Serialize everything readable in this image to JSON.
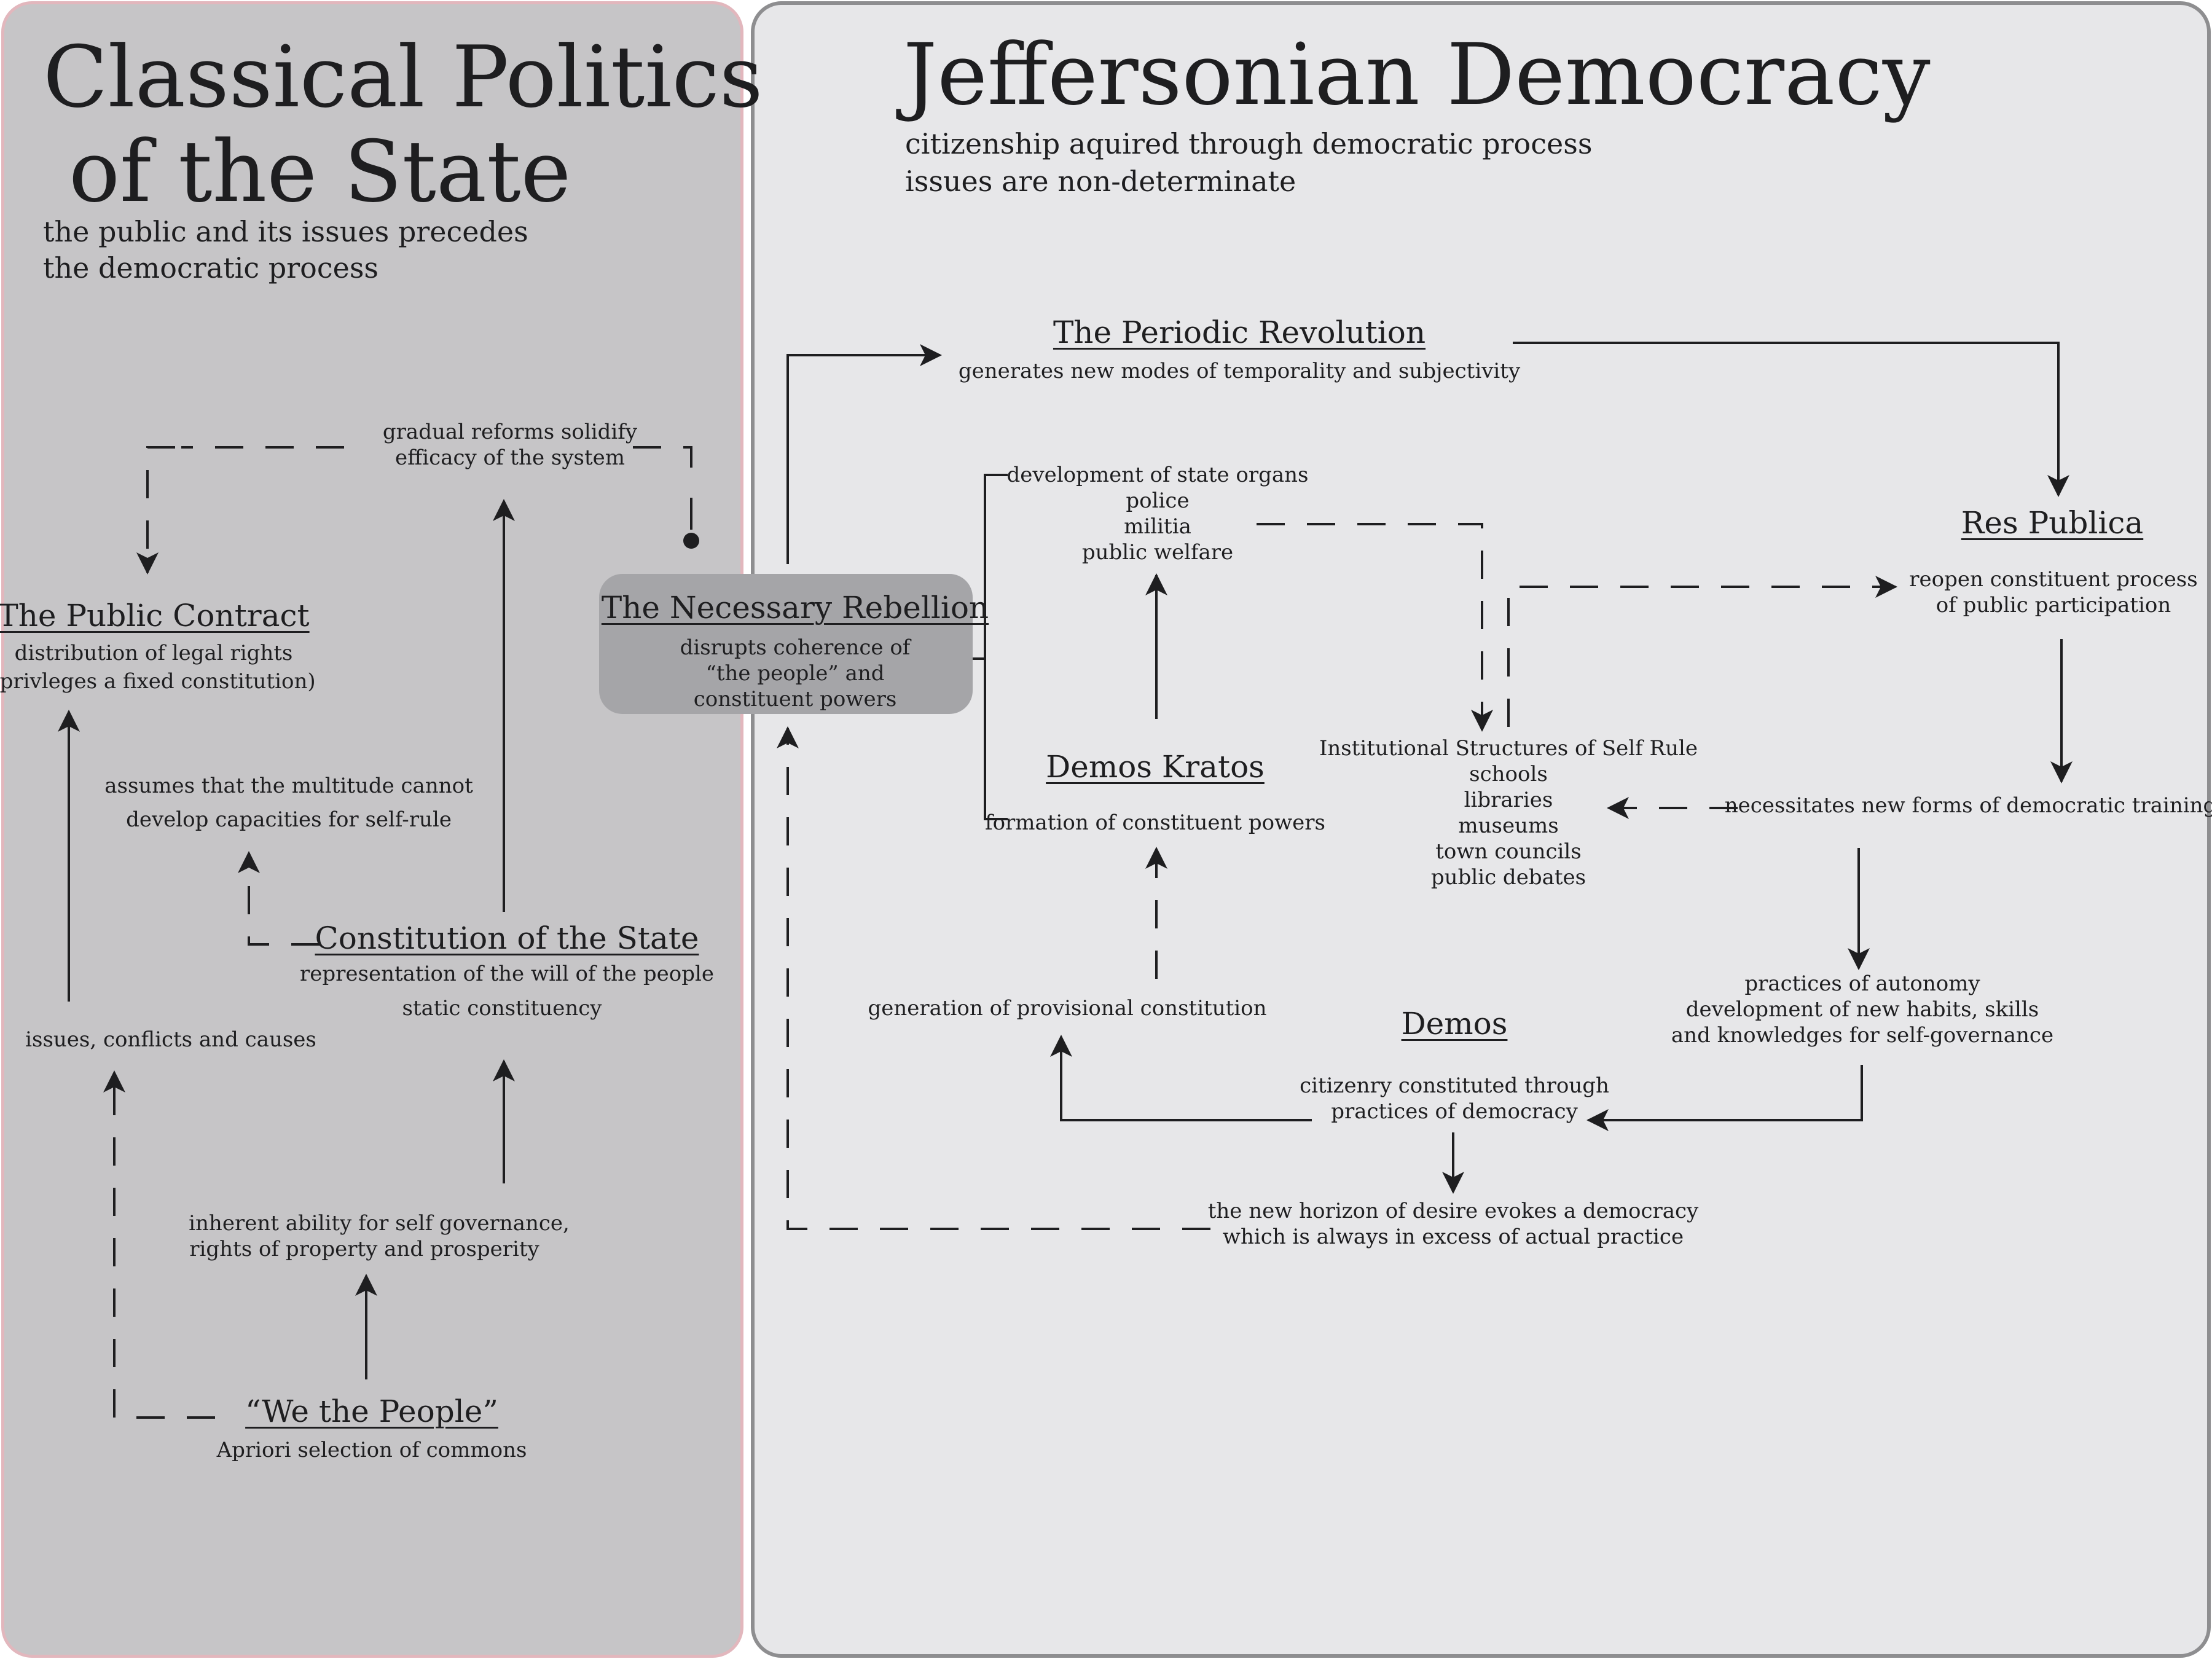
{
  "left_panel": {
    "title_line1": "Classical Politics",
    "title_line2": "of the State",
    "subtitle_line1": "the public and its issues precedes",
    "subtitle_line2": "the democratic process",
    "nodes": {
      "gradual_reforms": {
        "line1": "gradual reforms solidify",
        "line2": "efficacy of the system"
      },
      "public_contract": {
        "heading": "The Public Contract",
        "line1": "distribution of legal rights",
        "line2": "(privleges a fixed constitution)"
      },
      "multitude": {
        "line1": "assumes that the multitude cannot",
        "line2": "develop capacities for self-rule"
      },
      "constitution": {
        "heading": "Constitution of the State",
        "line1": "representation of the will of the people",
        "line2": "static constituency"
      },
      "issues": {
        "text": "issues, conflicts and causes"
      },
      "inherent": {
        "line1": "inherent ability for self governance,",
        "line2": "rights of property and prosperity"
      },
      "we_the_people": {
        "heading": "“We the People”",
        "line1": "Apriori selection of commons"
      }
    }
  },
  "center": {
    "rebellion": {
      "heading": "The Necessary Rebellion",
      "line1": "disrupts coherence of",
      "line2": "“the people” and",
      "line3": "constituent powers"
    }
  },
  "right_panel": {
    "title": "Jeffersonian Democracy",
    "subtitle_line1": "citizenship aquired through democratic process",
    "subtitle_line2": "issues are non-determinate",
    "nodes": {
      "periodic_revolution": {
        "heading": "The Periodic Revolution",
        "line1": "generates new modes of temporality and subjectivity"
      },
      "state_organs": {
        "line1": "development of state organs",
        "line2": "police",
        "line3": "militia",
        "line4": "public welfare"
      },
      "res_publica": {
        "heading": "Res Publica",
        "line1": "reopen constituent process",
        "line2": "of public participation"
      },
      "institutional": {
        "line1": "Institutional Structures of Self Rule",
        "line2": "schools",
        "line3": "libraries",
        "line4": "museums",
        "line5": "town councils",
        "line6": "public debates"
      },
      "demos_kratos": {
        "heading": "Demos Kratos",
        "line1": "formation of constituent powers"
      },
      "training": {
        "text": "necessitates new forms of democratic training"
      },
      "provisional": {
        "text": "generation of provisional constitution"
      },
      "demos": {
        "heading": "Demos",
        "line1": "citizenry constituted through",
        "line2": "practices of democracy"
      },
      "autonomy": {
        "line1": "practices of autonomy",
        "line2": "development of new habits, skills",
        "line3": "and knowledges for self-governance"
      },
      "horizon": {
        "line1": "the new horizon of desire evokes a democracy",
        "line2": "which is always in excess of actual practice"
      }
    }
  },
  "colors": {
    "left_panel": "#c6c5c7",
    "left_border": "#e2b7bd",
    "right_panel": "#e7e7e9",
    "right_border": "#8e8e90",
    "rebellion_box": "#a5a5a8",
    "ink": "#1e1e20"
  }
}
